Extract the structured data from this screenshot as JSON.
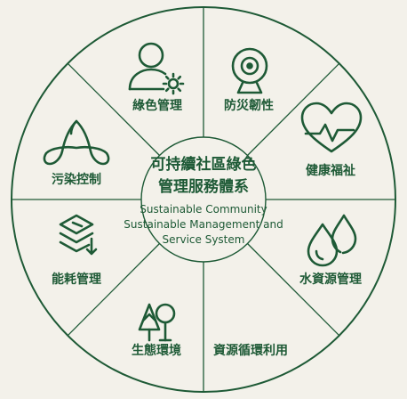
{
  "colors": {
    "background": "#f3f1ea",
    "ring": "#1e5a36",
    "text": "#1e5a36"
  },
  "center": {
    "title_line1": "可持續社區綠色",
    "title_line2": "管理服務體系",
    "en_line1": "Sustainable Community",
    "en_line2": "Sustainable Management and",
    "en_line3": "Service System"
  },
  "segments": [
    {
      "label": "綠色管理",
      "icon": "person-gear-icon"
    },
    {
      "label": "防災韌性",
      "icon": "webcam-icon"
    },
    {
      "label": "健康福祉",
      "icon": "heart-pulse-icon"
    },
    {
      "label": "水資源管理",
      "icon": "water-drops-icon"
    },
    {
      "label": "資源循環利用",
      "icon": "recycle-icon"
    },
    {
      "label": "生態環境",
      "icon": "trees-icon"
    },
    {
      "label": "能耗管理",
      "icon": "energy-layers-icon"
    },
    {
      "label": "污染控制",
      "icon": "biohazard-icon"
    }
  ]
}
